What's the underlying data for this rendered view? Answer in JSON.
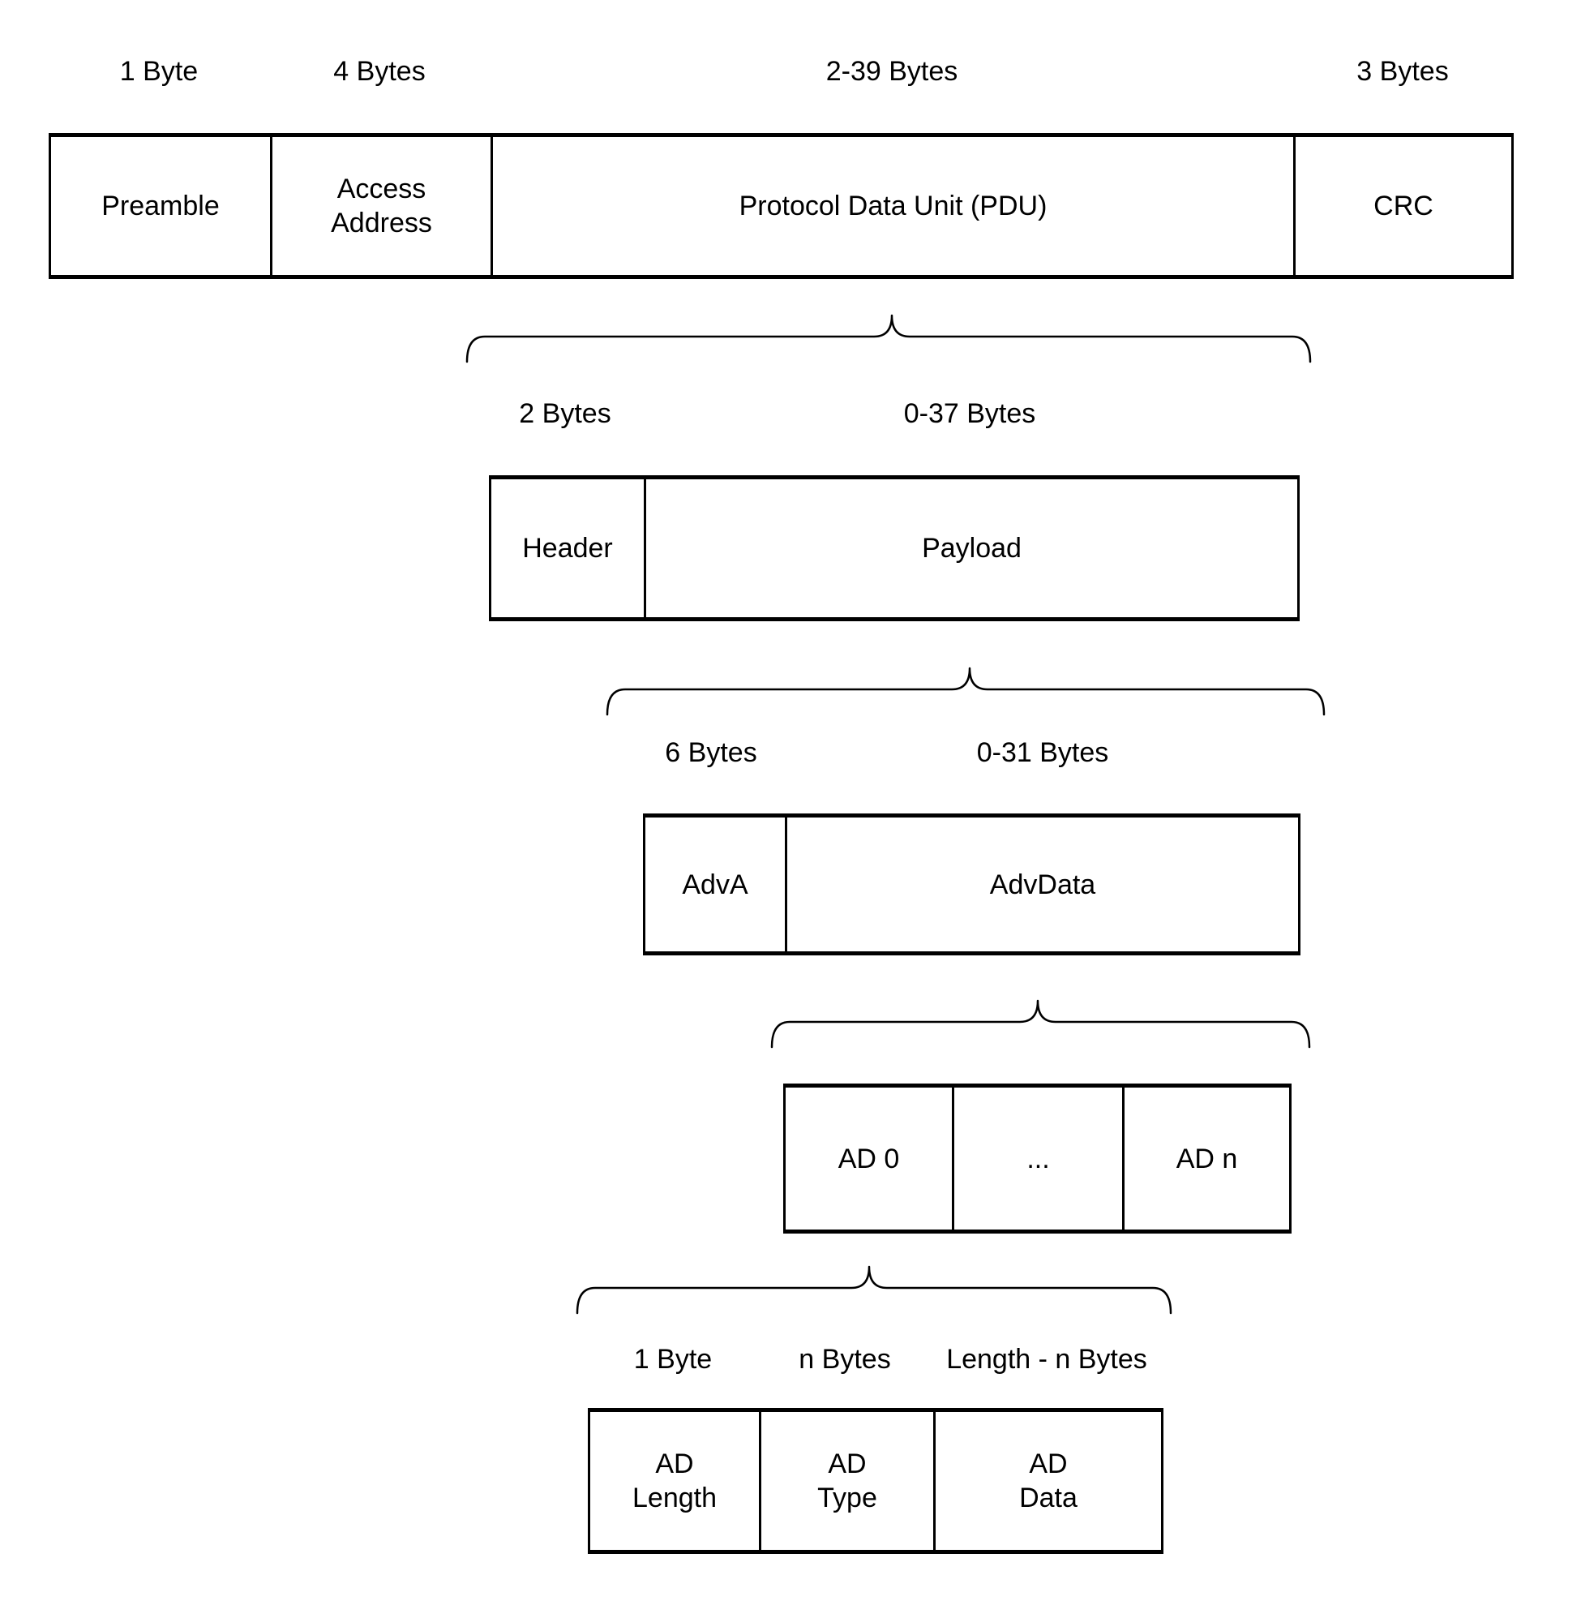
{
  "diagram": {
    "title_hint": "BLE advertising packet structure",
    "packet": {
      "size_labels": [
        "1 Byte",
        "4 Bytes",
        "2-39 Bytes",
        "3 Bytes"
      ],
      "cells": [
        "Preamble",
        "Access\nAddress",
        "Protocol Data Unit (PDU)",
        "CRC"
      ]
    },
    "pdu": {
      "size_labels": [
        "2 Bytes",
        "0-37 Bytes"
      ],
      "cells": [
        "Header",
        "Payload"
      ]
    },
    "payload": {
      "size_labels": [
        "6 Bytes",
        "0-31 Bytes"
      ],
      "cells": [
        "AdvA",
        "AdvData"
      ]
    },
    "advdata": {
      "cells": [
        "AD 0",
        "...",
        "AD n"
      ]
    },
    "ad_structure": {
      "size_labels": [
        "1 Byte",
        "n Bytes",
        "Length - n Bytes"
      ],
      "cells": [
        "AD\nLength",
        "AD\nType",
        "AD\nData"
      ]
    }
  },
  "colors": {
    "stroke": "#000000",
    "background": "#ffffff"
  }
}
